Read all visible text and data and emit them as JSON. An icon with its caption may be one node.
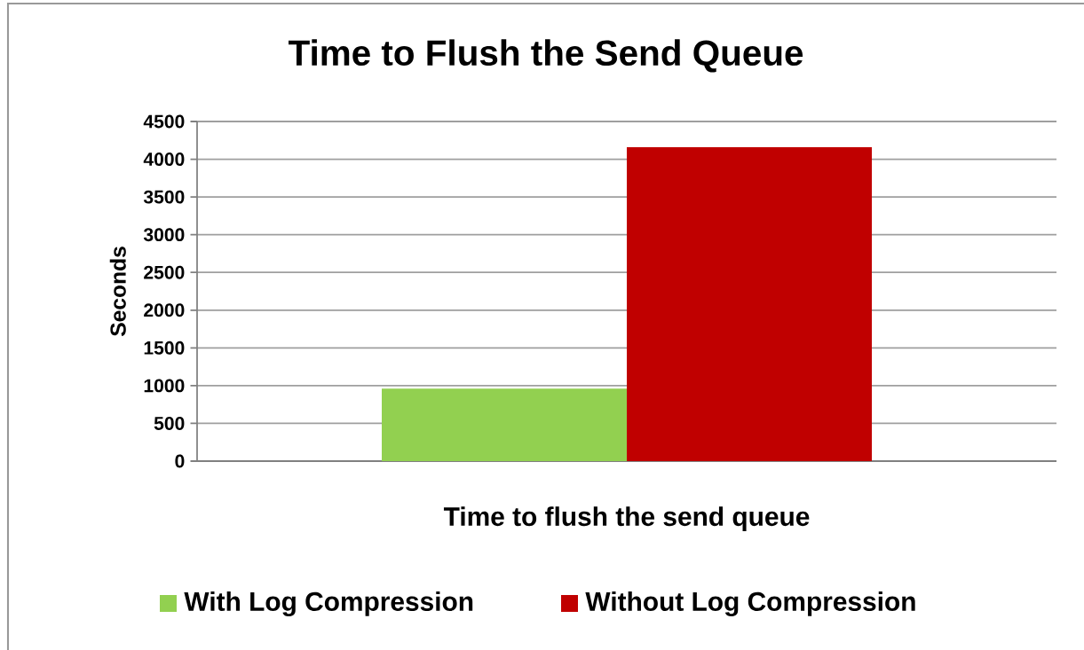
{
  "diagram": {
    "chart_data": {
      "type": "bar",
      "title": "Time to Flush the Send Queue",
      "ylabel": "Seconds",
      "categories": [
        "Time to flush the send queue"
      ],
      "series": [
        {
          "name": "With Log Compression",
          "color": "#92d050",
          "values": [
            960
          ]
        },
        {
          "name": "Without Log Compression",
          "color": "#c00000",
          "values": [
            4160
          ]
        }
      ],
      "ylim": [
        0,
        4500
      ],
      "grid": "y",
      "legend": "bottom",
      "yticks": [
        0,
        500,
        1000,
        1500,
        2000,
        2500,
        3000,
        3500,
        4000,
        4500
      ]
    }
  }
}
